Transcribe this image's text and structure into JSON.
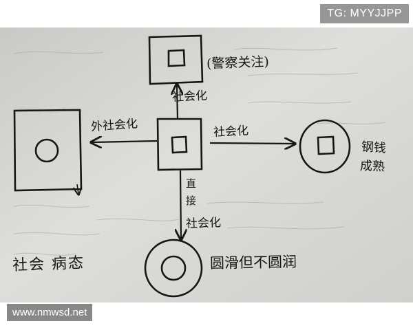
{
  "watermarks": {
    "top_right": "TG: MYYJJPP",
    "bottom_left": "www.nmwsd.net"
  },
  "labels": {
    "top_node": "(警察关注)",
    "up_arrow": "社会化",
    "left_arrow": "外社会化",
    "right_arrow": "社会化",
    "right_node_line1": "钢钱",
    "right_node_line2": "成熟",
    "down_arrow_line1": "直",
    "down_arrow_line2": "接",
    "down_arrow_line3": "社会化",
    "bottom_left": "社会 病态",
    "bottom_node": "圆滑但不圆润"
  },
  "colors": {
    "ink": "#161616",
    "paper": "#d9d9d7",
    "paper_dark": "#c7c7c4",
    "watermark": "#7a7a7a"
  }
}
